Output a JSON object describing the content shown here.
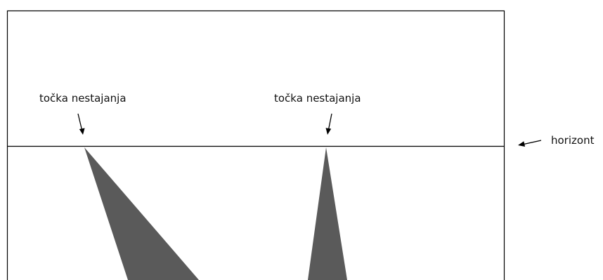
{
  "labels": {
    "vanishing_point_left": "točka nestajanja",
    "vanishing_point_right": "točka nestajanja",
    "horizon": "horizont"
  },
  "colors": {
    "frame": "#000000",
    "shape_fill": "#5a5a5a",
    "background": "#ffffff"
  }
}
